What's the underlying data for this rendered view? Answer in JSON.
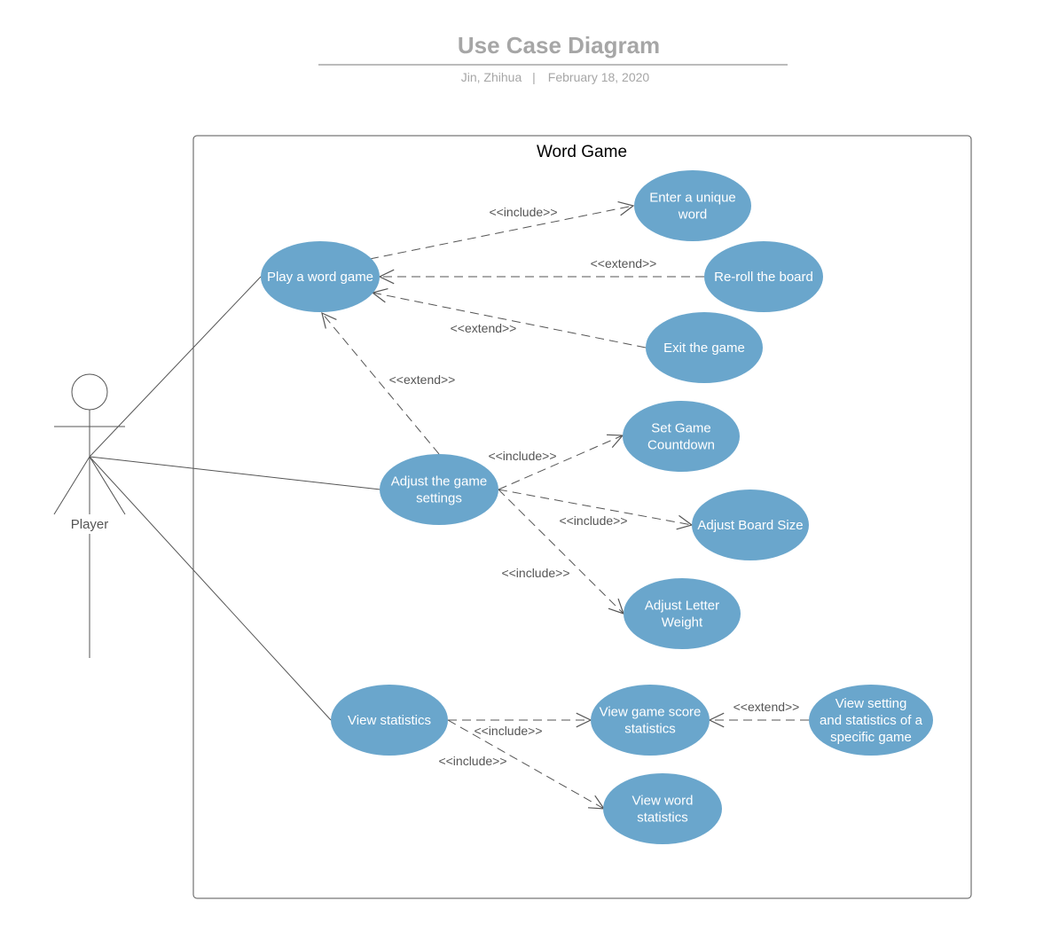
{
  "header": {
    "title": "Use Case Diagram",
    "author": "Jin, Zhihua",
    "separator": "|",
    "date": "February 18, 2020"
  },
  "colors": {
    "use_case_fill": "#6aa6cc",
    "line": "#555555",
    "title": "#a6a6a6"
  },
  "system": {
    "name": "Word Game"
  },
  "actor": {
    "name": "Player"
  },
  "use_cases": {
    "play": [
      "Play a word game"
    ],
    "enter_word": [
      "Enter a unique",
      "word"
    ],
    "reroll": [
      "Re-roll the board"
    ],
    "exit": [
      "Exit the game"
    ],
    "adjust_settings": [
      "Adjust the game",
      "settings"
    ],
    "set_countdown": [
      "Set Game",
      "Countdown"
    ],
    "board_size": [
      "Adjust Board Size"
    ],
    "letter_weight": [
      "Adjust Letter",
      "Weight"
    ],
    "view_stats": [
      "View statistics"
    ],
    "score_stats": [
      "View game score",
      "statistics"
    ],
    "specific_game": [
      "View setting",
      "and statistics of a",
      "specific game"
    ],
    "word_stats": [
      "View word",
      "statistics"
    ]
  },
  "relationships": {
    "play_enter": "<<include>>",
    "reroll_play": "<<extend>>",
    "exit_play": "<<extend>>",
    "settings_play": "<<extend>>",
    "settings_countdown": "<<include>>",
    "settings_board": "<<include>>",
    "settings_weight": "<<include>>",
    "stats_score": "<<include>>",
    "stats_word": "<<include>>",
    "specific_score": "<<extend>>"
  }
}
